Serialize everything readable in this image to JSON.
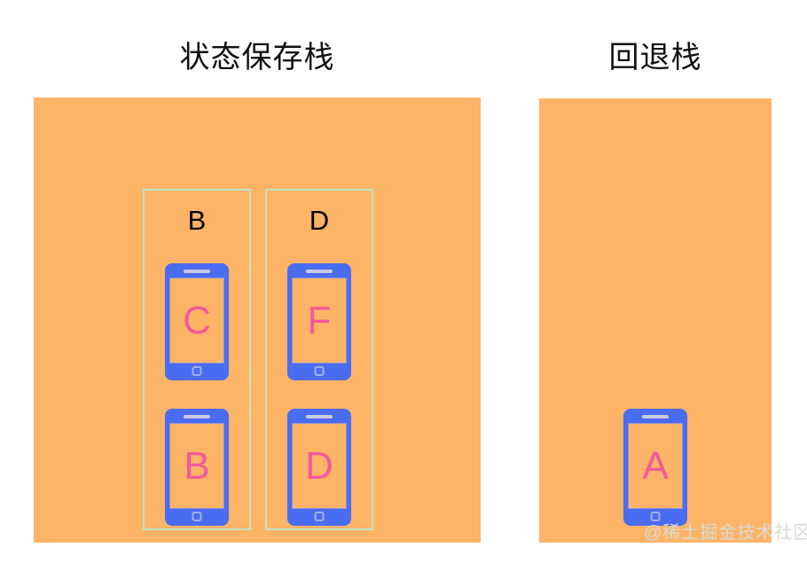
{
  "panels": {
    "save_stack": {
      "title": "状态保存栈",
      "accent_color": "#FDB466",
      "groups": [
        {
          "label": "B",
          "border_color": "#BCE3C5",
          "phones": [
            {
              "letter": "C",
              "position": "top"
            },
            {
              "letter": "B",
              "position": "bottom"
            }
          ]
        },
        {
          "label": "D",
          "border_color": "#BCE3C5",
          "phones": [
            {
              "letter": "F",
              "position": "top"
            },
            {
              "letter": "D",
              "position": "bottom"
            }
          ]
        }
      ]
    },
    "back_stack": {
      "title": "回退栈",
      "accent_color": "#FDB466",
      "phones": [
        {
          "letter": "A",
          "position": "bottom"
        }
      ]
    }
  },
  "phone_style": {
    "frame_color": "#4A6CF0",
    "screen_color": "#FDB466",
    "letter_color": "#F4589C",
    "speaker_color": "#C9C9E8",
    "home_button_color": "#A5AEE8"
  },
  "watermark": "@稀土掘金技术社区"
}
